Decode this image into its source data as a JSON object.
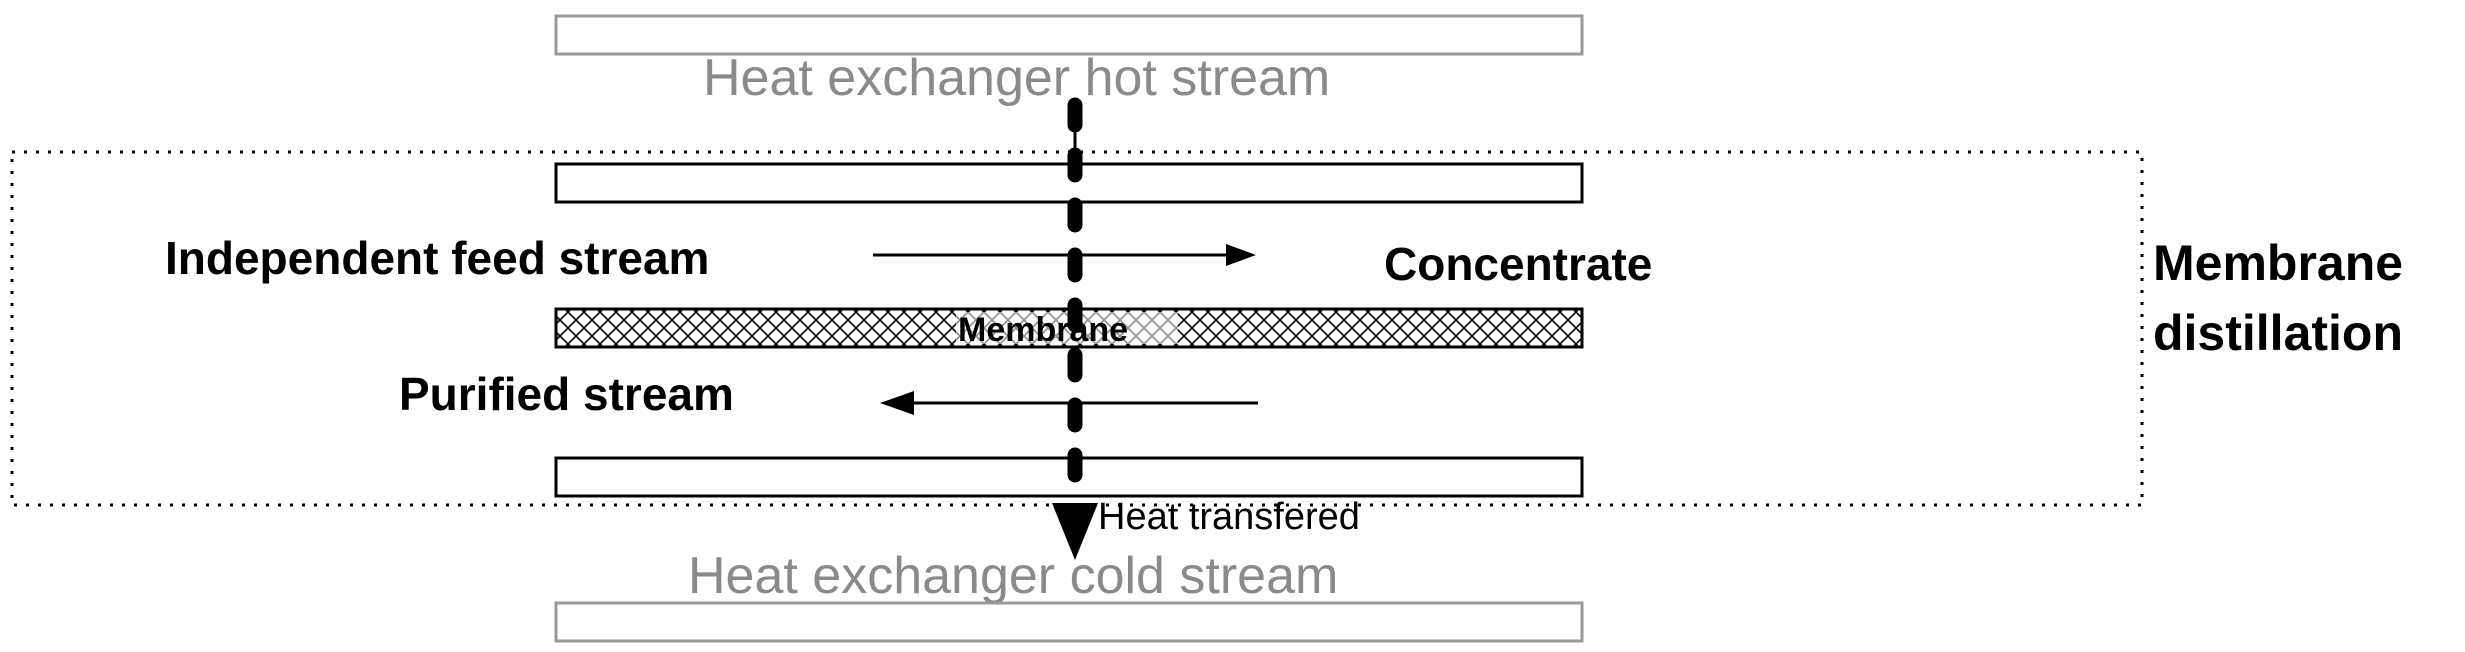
{
  "labels": {
    "hot_stream": "Heat exchanger hot stream",
    "cold_stream": "Heat exchanger cold stream",
    "feed_stream": "Independent feed stream",
    "concentrate": "Concentrate",
    "purified_stream": "Purified stream",
    "membrane": "Membrane",
    "heat_transfered": "Heat transfered",
    "md_line1": "Membrane",
    "md_line2": "distillation"
  },
  "colors": {
    "stroke": "#000000",
    "grey_text": "#8a8a8a",
    "grey_outline": "#9a9a9a"
  }
}
